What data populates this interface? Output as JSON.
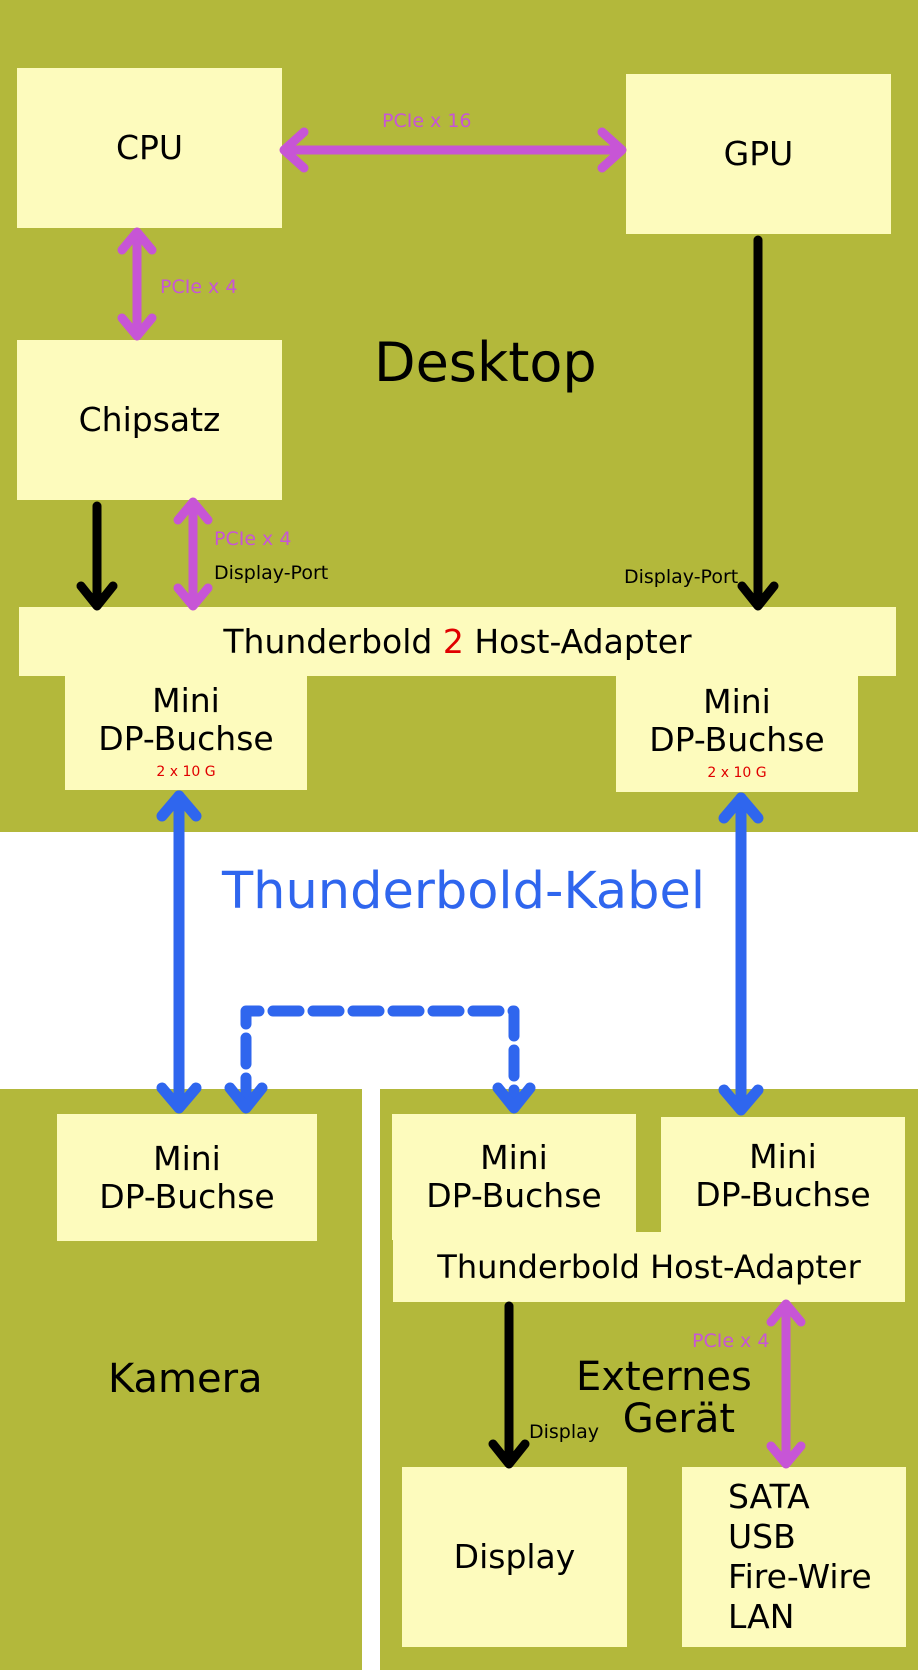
{
  "colors": {
    "background_zone": "#b3b83b",
    "box_fill": "#fdfbbd",
    "pcie_arrow": "#c755d6",
    "display_arrow": "#000000",
    "cable_arrow": "#2f66ee",
    "accent_red": "#e00000"
  },
  "desktop": {
    "title": "Desktop",
    "cpu": "CPU",
    "gpu": "GPU",
    "chipsatz": "Chipsatz",
    "host_adapter": {
      "prefix": "Thunderbold ",
      "version": "2",
      "suffix": " Host-Adapter"
    },
    "port_left": {
      "line1": "Mini",
      "line2": "DP-Buchse",
      "speed": "2 x 10 G"
    },
    "port_right": {
      "line1": "Mini",
      "line2": "DP-Buchse",
      "speed": "2 x 10 G"
    }
  },
  "connections": {
    "cpu_gpu": "PCIe x 16",
    "cpu_chipsatz": "PCIe x 4",
    "chipsatz_host": "PCIe x 4",
    "chipsatz_dp": "Display-Port",
    "gpu_dp": "Display-Port",
    "ext_pcie": "PCIe x 4",
    "ext_display": "Display"
  },
  "cable": {
    "title": "Thunderbold-Kabel"
  },
  "kamera": {
    "title": "Kamera",
    "port": {
      "line1": "Mini",
      "line2": "DP-Buchse"
    }
  },
  "extern": {
    "title_line1": "Externes",
    "title_line2": "Gerät",
    "port_left": {
      "line1": "Mini",
      "line2": "DP-Buchse"
    },
    "port_right": {
      "line1": "Mini",
      "line2": "DP-Buchse"
    },
    "host_adapter": "Thunderbold Host-Adapter",
    "display": "Display",
    "io_list": [
      "SATA",
      "USB",
      "Fire-Wire",
      "LAN"
    ]
  }
}
